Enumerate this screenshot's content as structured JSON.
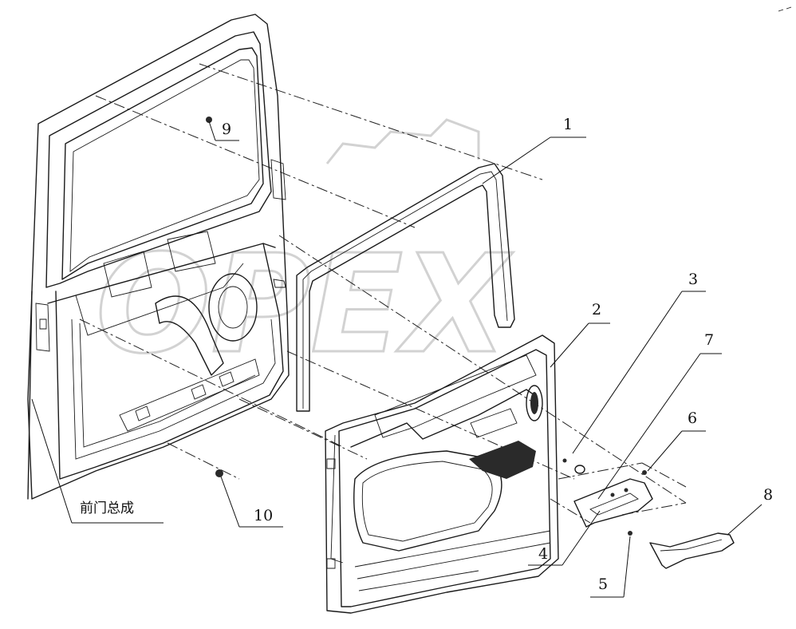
{
  "watermark": {
    "text": "OPEX"
  },
  "caption": {
    "assembly_label": "前门总成"
  },
  "callouts": [
    {
      "id": "c1",
      "label": "1"
    },
    {
      "id": "c2",
      "label": "2"
    },
    {
      "id": "c3",
      "label": "3"
    },
    {
      "id": "c4",
      "label": "4"
    },
    {
      "id": "c5",
      "label": "5"
    },
    {
      "id": "c6",
      "label": "6"
    },
    {
      "id": "c7",
      "label": "7"
    },
    {
      "id": "c8",
      "label": "8"
    },
    {
      "id": "c9",
      "label": "9"
    },
    {
      "id": "c10",
      "label": "10"
    }
  ]
}
